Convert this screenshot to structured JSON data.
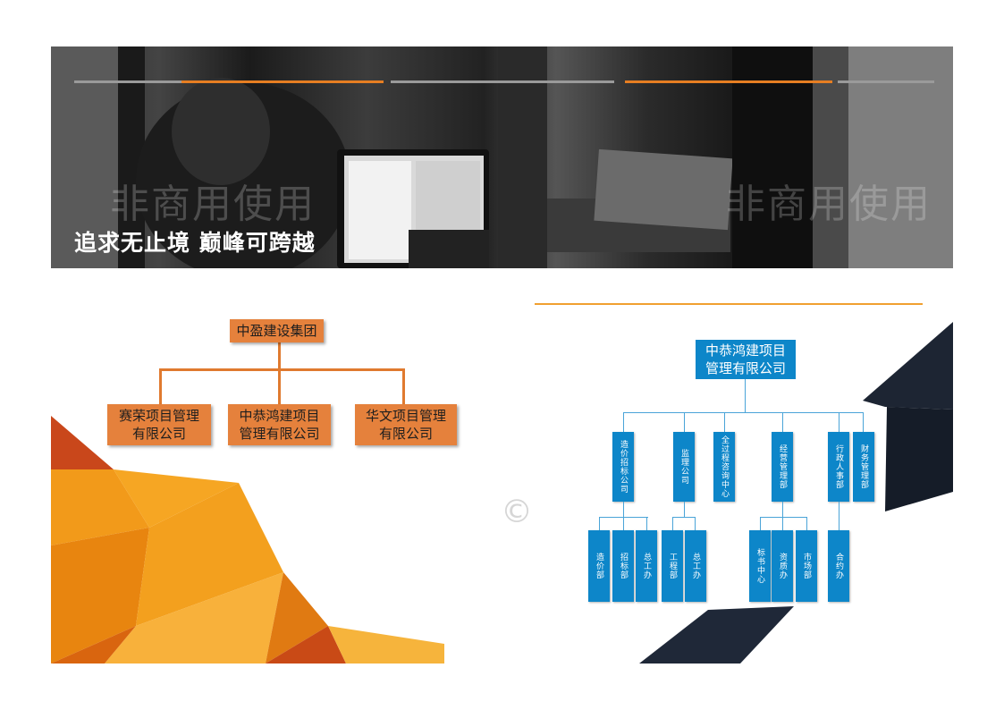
{
  "banner": {
    "slogan": "追求无止境 巅峰可跨越",
    "watermark_left": "非商用使用",
    "watermark_right": "非商用使用",
    "accent_color": "#e67e22"
  },
  "left_chart": {
    "root": "中盈建设集团",
    "children": [
      "赛荣项目管理\n有限公司",
      "中恭鸿建项目\n管理有限公司",
      "华文项目管理\n有限公司"
    ],
    "box_color": "#e5813c"
  },
  "right_chart": {
    "root": "中恭鸿建项目\n管理有限公司",
    "departments": [
      "造价招标公司",
      "监理公司",
      "全过程咨询中心",
      "经营管理部",
      "行政人事部",
      "财务管理部"
    ],
    "sub_departments": [
      "造价部",
      "招标部",
      "总工办",
      "工程部",
      "总工办",
      "标书中心",
      "资质办",
      "市场部",
      "合约办"
    ],
    "copyright_mark": "©",
    "box_color": "#0d86c9"
  }
}
